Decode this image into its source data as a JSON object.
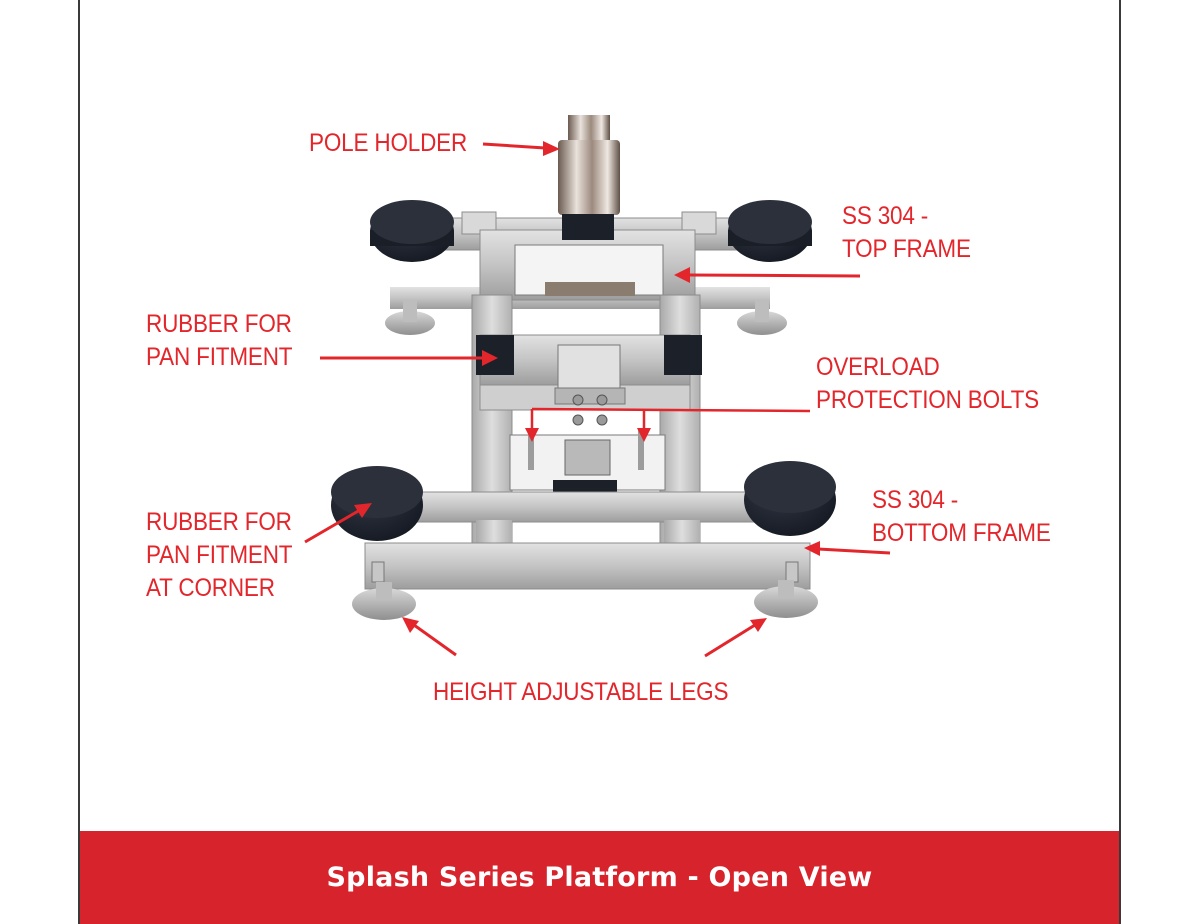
{
  "callouts": {
    "pole_holder": [
      "POLE HOLDER"
    ],
    "top_frame": [
      "SS 304 -",
      "TOP FRAME"
    ],
    "rubber_pan": [
      "RUBBER FOR",
      "PAN FITMENT"
    ],
    "overload_bolts": [
      "OVERLOAD",
      "PROTECTION BOLTS"
    ],
    "rubber_corner": [
      "RUBBER FOR",
      "PAN FITMENT",
      "AT CORNER"
    ],
    "bottom_frame": [
      "SS 304 -",
      "BOTTOM FRAME"
    ],
    "legs": [
      "HEIGHT ADJUSTABLE LEGS"
    ]
  },
  "footer": {
    "title": "Splash Series Platform - Open View"
  },
  "colors": {
    "label_red": "#e3262b",
    "footer_red": "#d7232b",
    "rubber": "#1c2028",
    "steel": "#c9c9c9"
  }
}
